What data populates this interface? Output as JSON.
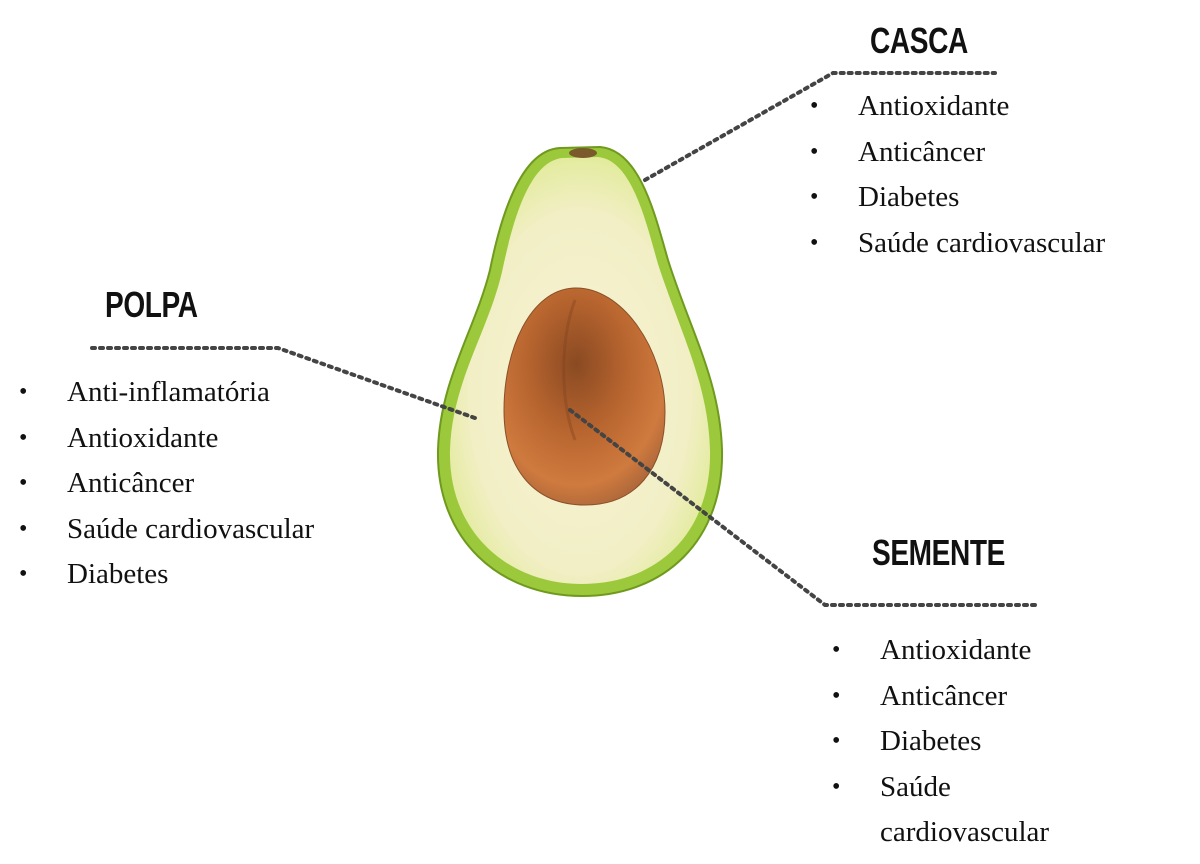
{
  "diagram": {
    "subject": "Abacate",
    "colors": {
      "skin": "#9cc93c",
      "skin_dark": "#6f9a1e",
      "flesh": "#f3f0c6",
      "flesh_edge": "#dfe89a",
      "seed": "#b8652f",
      "seed_dark": "#7a3f1c",
      "connector": "#444444",
      "text": "#111111"
    },
    "parts": {
      "casca": {
        "title": "CASCA",
        "items": [
          "Antioxidante",
          "Anticâncer",
          "Diabetes",
          "Saúde cardiovascular"
        ]
      },
      "polpa": {
        "title": "POLPA",
        "items": [
          "Anti-inflamatória",
          "Antioxidante",
          "Anticâncer",
          "Saúde cardiovascular",
          "Diabetes"
        ]
      },
      "semente": {
        "title": "SEMENTE",
        "items": [
          "Antioxidante",
          "Anticâncer",
          "Diabetes",
          "Saúde",
          "cardiovascular"
        ]
      }
    }
  }
}
